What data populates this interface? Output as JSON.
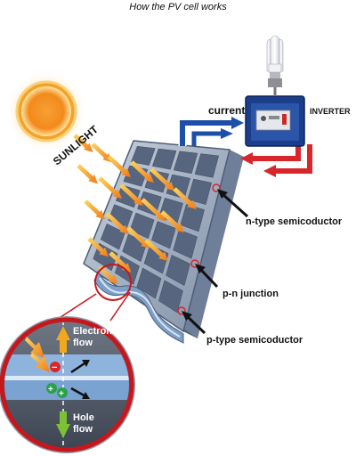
{
  "title": "How the PV cell works",
  "labels": {
    "sunlight": "SUNLIGHT",
    "current": "current",
    "inverter": "INVERTER",
    "n_type": "n-type semicoductor",
    "pn_junction": "p-n junction",
    "p_type": "p-type semicoductor",
    "electron_flow_1": "Electron",
    "electron_flow_2": "flow",
    "hole_flow_1": "Hole",
    "hole_flow_2": "flow",
    "minus": "−",
    "plus": "+"
  },
  "colors": {
    "sun": "#f7931e",
    "panel": "#9aa8bd",
    "panel_dark": "#5c6b82",
    "ray": "#f39a1e",
    "current_blue": "#1e4fa8",
    "current_red": "#d8262b",
    "zoom_ring": "#c8161d",
    "inverter_body": "#1b3e8c"
  },
  "icons": [
    "sun-icon",
    "light-bulb-icon",
    "inverter-box-icon",
    "arrow-icon"
  ]
}
